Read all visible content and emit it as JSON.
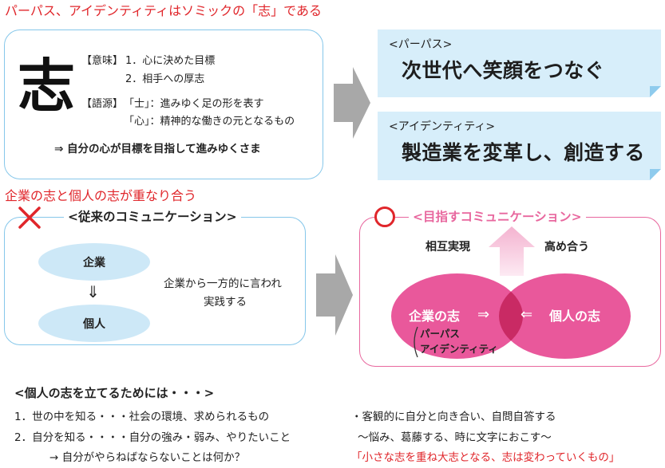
{
  "header": {
    "title": "パーパス、アイデンティティはソミックの「志」である"
  },
  "kokorozashi": {
    "kanji": "志",
    "meaning_label": "【意味】",
    "meanings": [
      "1．心に決めた目標",
      "2．相手への厚志"
    ],
    "origin_label": "【語源】",
    "origins": [
      "「士」：進みゆく足の形を表す",
      "「心」：精神的な働きの元となるもの"
    ],
    "summary": "⇒ 自分の心が目標を目指して進みゆくさま"
  },
  "purpose": {
    "label": "<パーパス>",
    "text": "次世代へ笑顔をつなぐ"
  },
  "identity": {
    "label": "<アイデンティティ>",
    "text": "製造業を変革し、創造する"
  },
  "section2": {
    "title": "企業の志と個人の志が重なり合う"
  },
  "traditional": {
    "title": "<従来のコミュニケーション>",
    "company": "企業",
    "down_arrow": "⇓",
    "individual": "個人",
    "desc": [
      "企業から一方的に言われ",
      "実践する"
    ]
  },
  "target": {
    "title": "<目指すコミュニケーション>",
    "left_label": "相互実現",
    "right_label": "高め合う",
    "company": "企業の志",
    "right_arrow": "⇒",
    "left_arrow": "⇐",
    "individual": "個人の志",
    "company_notes": [
      "パーパス",
      "アイデンティティ"
    ]
  },
  "individual_goal": {
    "title": "<個人の志を立てるためには・・・>",
    "steps": [
      "1．世の中を知る・・・社会の環境、求められるもの",
      "2．自分を知る・・・・自分の強み・弱み、やりたいこと"
    ],
    "step_conclusion": "→ 自分がやらねばならないことは何か？",
    "notes": [
      "・客観的に自分と向き合い、自問自答する",
      "〜悩み、葛藤する、時に文字におこす〜"
    ],
    "quote": "「小さな志を重ね大志となる、志は変わっていくもの」"
  },
  "icons": {
    "ng_mark": "cross-mark-icon",
    "ok_mark": "circle-mark-icon",
    "flow_arrow": "arrow-right-icon",
    "rise_arrow": "arrow-up-icon"
  },
  "colors": {
    "accent_red": "#e0262b",
    "panel_blue": "#86c7ea",
    "box_blue": "#d7eefa",
    "box_fold": "#8fcbed",
    "pink": "#e8679e",
    "circle_pink": "#e9589b",
    "overlap_pink": "#c92a64",
    "arrow_gray": "#a8a8a8",
    "ellipse_blue": "#cde8f7"
  }
}
